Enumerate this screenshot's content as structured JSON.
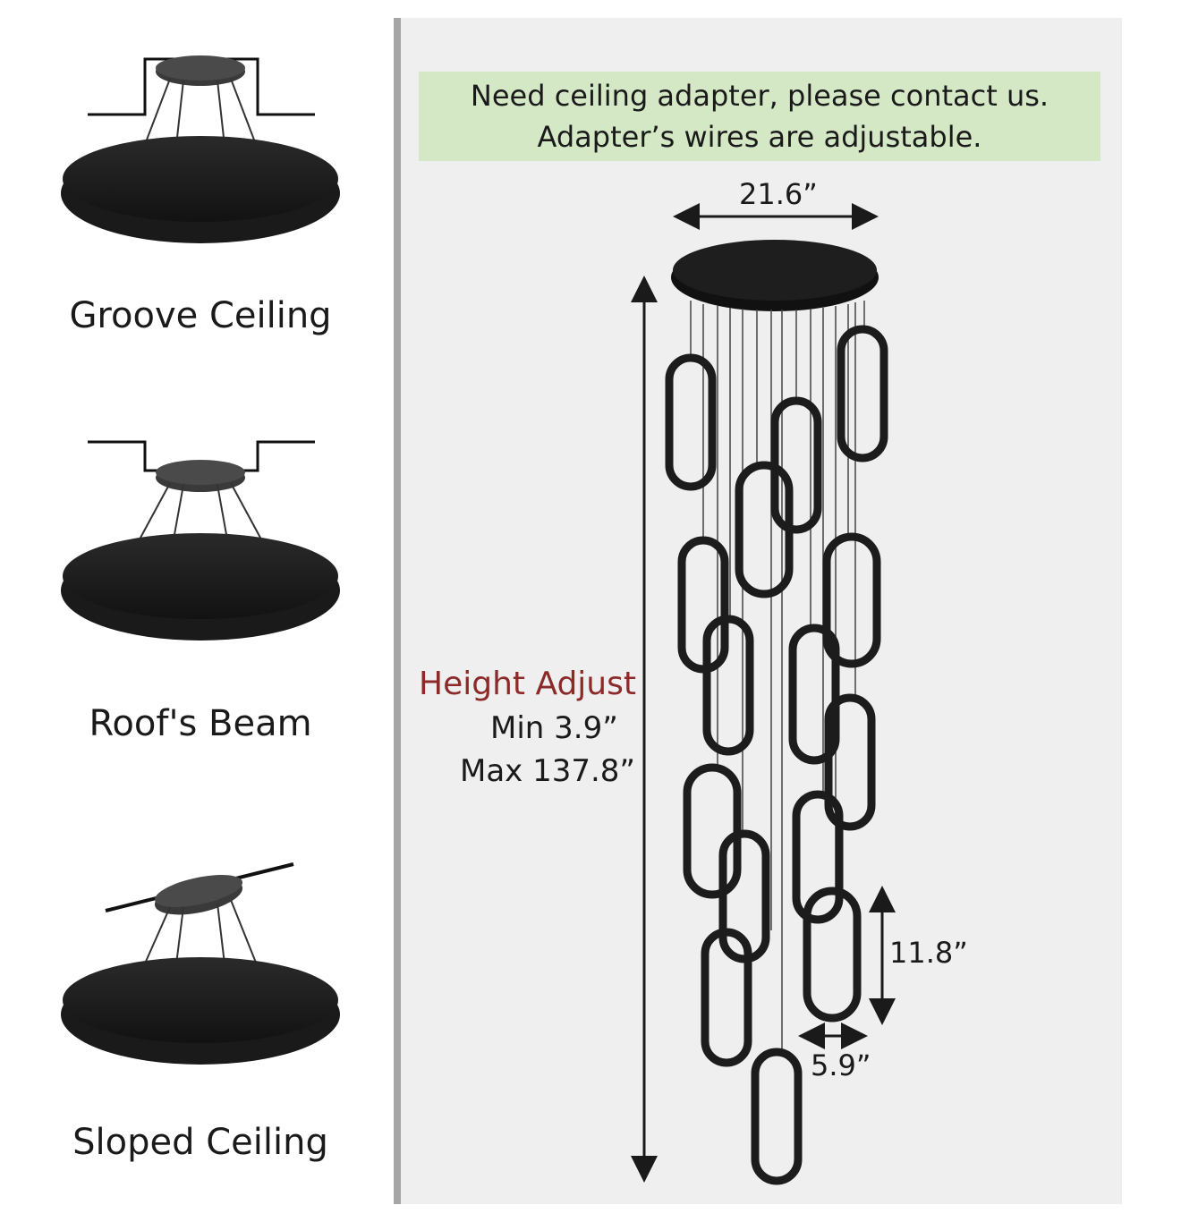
{
  "mounts": [
    {
      "label": "Groove Ceiling"
    },
    {
      "label": "Roof's Beam"
    },
    {
      "label": "Sloped Ceiling"
    }
  ],
  "banner": {
    "line1": "Need ceiling adapter, please contact us.",
    "line2": "Adapter’s wires are adjustable."
  },
  "dimensions": {
    "canopy_width": "21.6”",
    "ring_height": "11.8”",
    "ring_width": "5.9”"
  },
  "height_adjust": {
    "title": "Height Adjust",
    "min": "Min 3.9”",
    "max": "Max 137.8”"
  },
  "colors": {
    "banner_bg": "#d4e8c6",
    "height_title": "#8c2a2a",
    "fixture": "#1c1c1c"
  }
}
